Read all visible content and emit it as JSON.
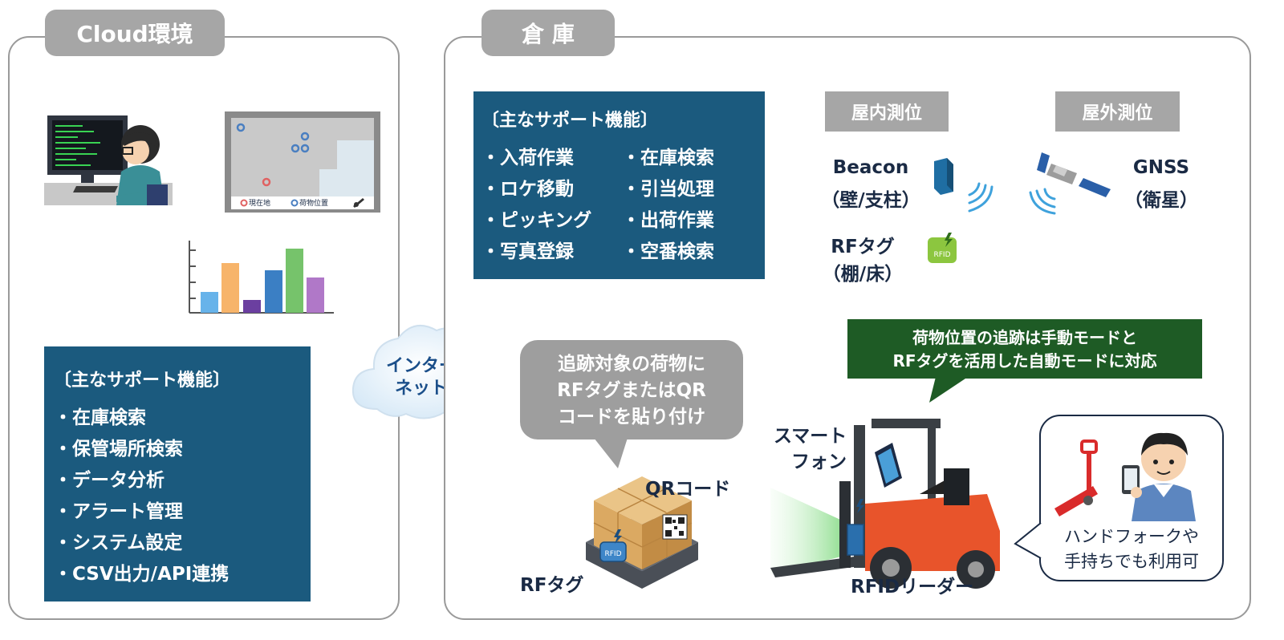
{
  "cloud_panel": {
    "tab_label": "Cloud環境",
    "map_legend": {
      "current": "現在地",
      "cargo": "荷物位置"
    },
    "features": {
      "title": "〔主なサポート機能〕",
      "items": [
        "在庫検索",
        "保管場所検索",
        "データ分析",
        "アラート管理",
        "システム設定",
        "CSV出力/API連携"
      ]
    }
  },
  "internet_label": {
    "line1": "インター",
    "line2": "ネット"
  },
  "warehouse_panel": {
    "tab_label": "倉 庫",
    "features": {
      "title": "〔主なサポート機能〕",
      "col1": [
        "入荷作業",
        "ロケ移動",
        "ピッキング",
        "写真登録"
      ],
      "col2": [
        "在庫検索",
        "引当処理",
        "出荷作業",
        "空番検索"
      ]
    },
    "indoor": {
      "label": "屋内測位",
      "beacon": {
        "line1": "Beacon",
        "line2": "（壁/支柱）"
      },
      "rftag": {
        "line1": "RFタグ",
        "line2": "（棚/床）"
      },
      "rfid_badge": "RFID"
    },
    "outdoor": {
      "label": "屋外測位",
      "gnss": {
        "line1": "GNSS",
        "line2": "（衛星）"
      }
    },
    "callout_attach": {
      "line1": "追跡対象の荷物に",
      "line2": "RFタグまたはQR",
      "line3": "コードを貼り付け"
    },
    "callout_modes": {
      "line1": "荷物位置の追跡は手動モードと",
      "line2": "RFタグを活用した自動モードに対応"
    },
    "callout_hand": {
      "line1": "ハンドフォークや",
      "line2": "手持ちでも利用可"
    },
    "labels": {
      "qr_code": "QRコード",
      "rf_tag": "RFタグ",
      "smartphone_line1": "スマート",
      "smartphone_line2": "フォン",
      "rfid_reader": "RFIDリーダー",
      "box_rfid_badge": "RFID"
    }
  },
  "colors": {
    "feature_box": "#1b5a7e",
    "mode_bubble": "#1e5b25",
    "tab_gray": "#a6a6a6"
  }
}
